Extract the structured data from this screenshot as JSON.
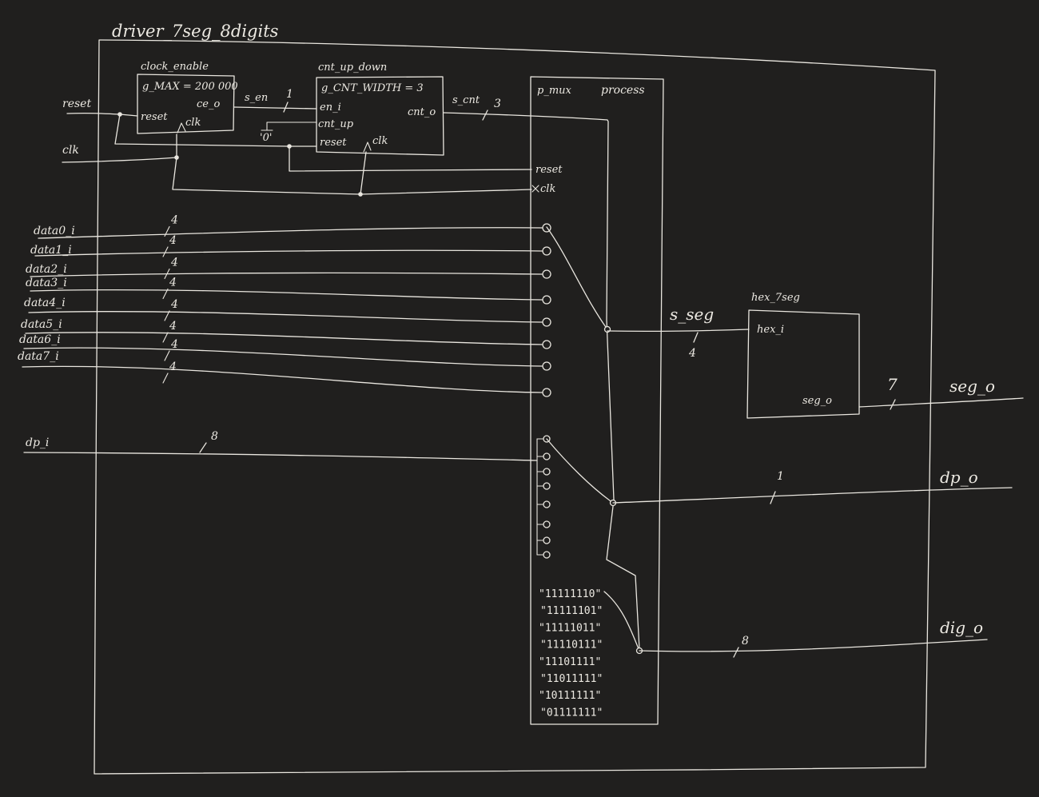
{
  "top_entity": {
    "name": "driver_7seg_8digits"
  },
  "clock_enable": {
    "name": "clock_enable",
    "generic": "g_MAX = 200 000",
    "ports": {
      "reset": "reset",
      "clk": "clk",
      "ce_o": "ce_o"
    }
  },
  "cnt_up_down": {
    "name": "cnt_up_down",
    "generic": "g_CNT_WIDTH = 3",
    "ports": {
      "en_i": "en_i",
      "cnt_up": "cnt_up",
      "reset": "reset",
      "clk": "clk",
      "cnt_o": "cnt_o"
    },
    "const_zero": "'0'"
  },
  "mux_process": {
    "name": "p_mux",
    "label": "process",
    "ports": {
      "reset": "reset",
      "clk": "clk"
    },
    "dig_patterns": [
      "\"11111110\"",
      "\"11111101\"",
      "\"11111011\"",
      "\"11110111\"",
      "\"11101111\"",
      "\"11011111\"",
      "\"10111111\"",
      "\"01111111\""
    ]
  },
  "hex_7seg": {
    "name": "hex_7seg",
    "ports": {
      "hex_i": "hex_i",
      "seg_o": "seg_o"
    }
  },
  "inputs": {
    "reset": "reset",
    "clk": "clk",
    "data": [
      "data0_i",
      "data1_i",
      "data2_i",
      "data3_i",
      "data4_i",
      "data5_i",
      "data6_i",
      "data7_i"
    ],
    "data_width": "4",
    "dp": "dp_i",
    "dp_width": "8"
  },
  "signals": {
    "s_en": "s_en",
    "s_en_width": "1",
    "s_cnt": "s_cnt",
    "s_cnt_width": "3",
    "s_seg": "s_seg",
    "s_seg_width": "4"
  },
  "outputs": {
    "seg": "seg_o",
    "seg_width": "7",
    "dp": "dp_o",
    "dp_width": "1",
    "dig": "dig_o",
    "dig_width": "8"
  }
}
